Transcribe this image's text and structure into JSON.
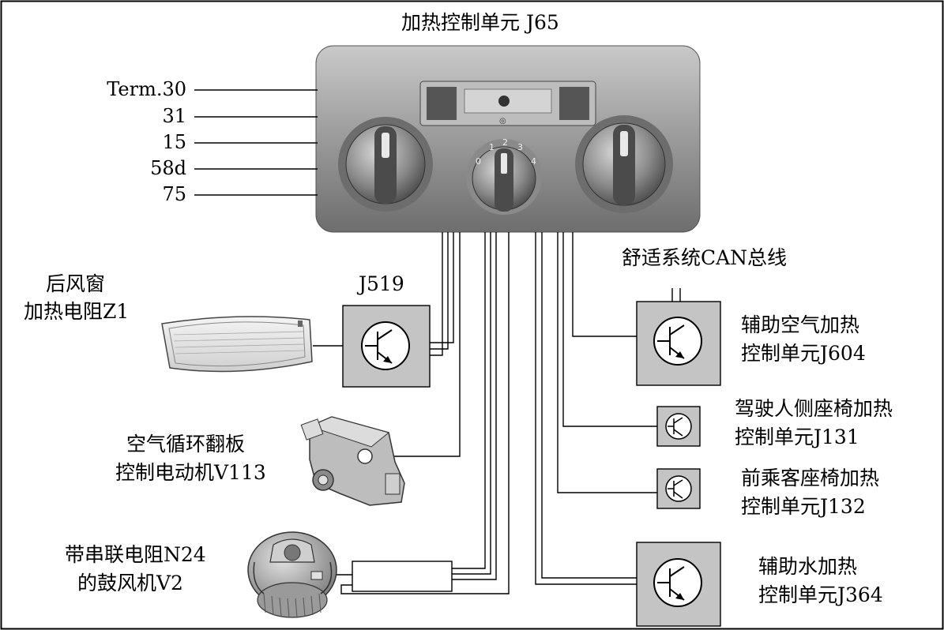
{
  "title": "加热控制单元 J65",
  "terminals": [
    "Term.30",
    "31",
    "15",
    "58d",
    "75"
  ],
  "knob_scale": [
    "0",
    "1",
    "2",
    "3",
    "4"
  ],
  "components": {
    "rear_window": {
      "line1": "后风窗",
      "line2": "加热电阻Z1"
    },
    "relay": {
      "label": "J519"
    },
    "flap_motor": {
      "line1": "空气循环翻板",
      "line2": "控制电动机V113"
    },
    "blower": {
      "line1": "带串联电阻N24",
      "line2": "的鼓风机V2"
    },
    "can_bus": {
      "label": "舒适系统CAN总线"
    },
    "aux_air_heater": {
      "line1": "辅助空气加热",
      "line2": "控制单元J604"
    },
    "driver_seat": {
      "line1": "驾驶人侧座椅加热",
      "line2": "控制单元J131"
    },
    "passenger_seat": {
      "line1": "前乘客座椅加热",
      "line2": "控制单元J132"
    },
    "aux_water_heater": {
      "line1": "辅助水加热",
      "line2": "控制单元J364"
    }
  }
}
